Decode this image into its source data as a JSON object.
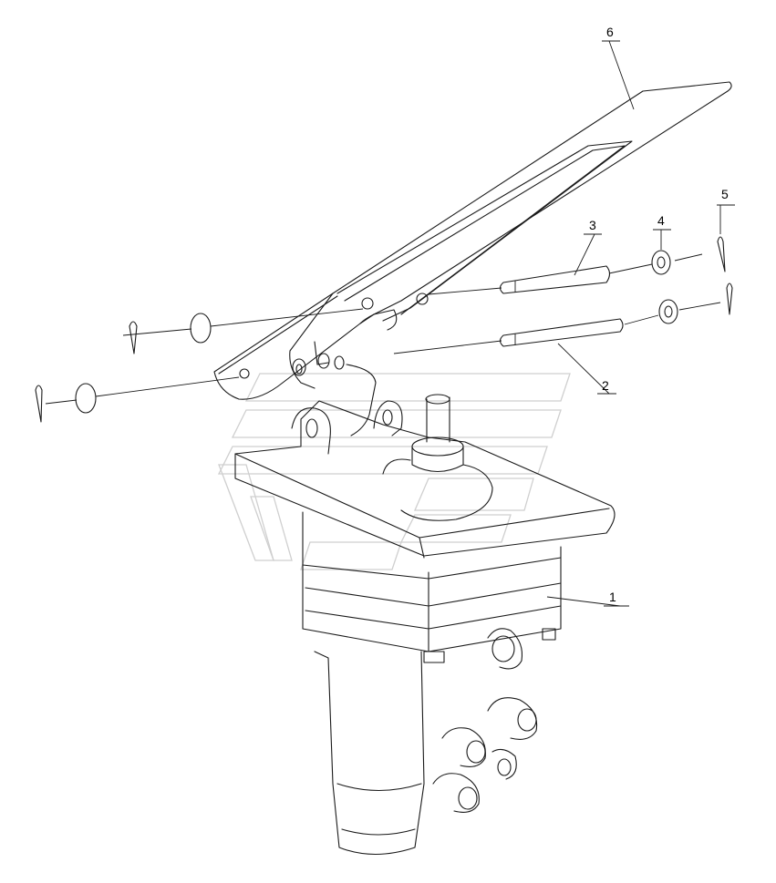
{
  "diagram": {
    "callouts": [
      {
        "id": "c1",
        "label": "1"
      },
      {
        "id": "c2",
        "label": "2"
      },
      {
        "id": "c3",
        "label": "3"
      },
      {
        "id": "c4",
        "label": "4"
      },
      {
        "id": "c5",
        "label": "5"
      },
      {
        "id": "c6",
        "label": "6"
      }
    ]
  },
  "colors": {
    "line": "#1a1a1a",
    "watermark": "#cfcfcf",
    "background": "#ffffff"
  }
}
